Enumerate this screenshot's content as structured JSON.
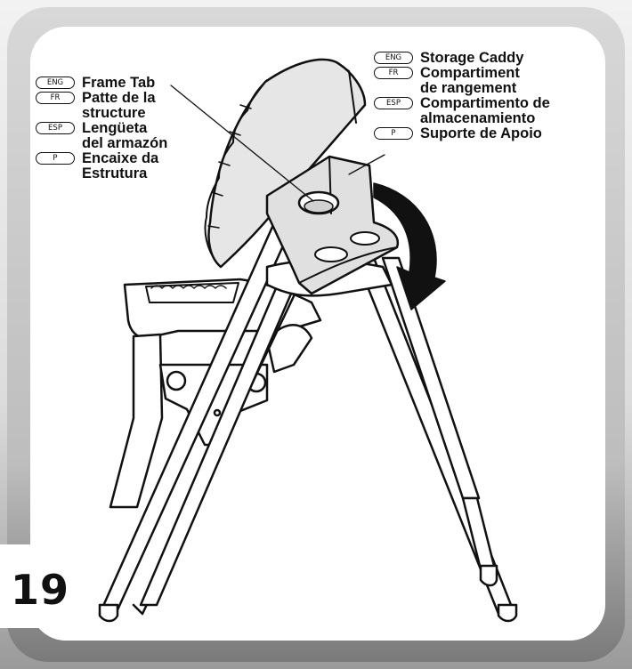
{
  "page_number": "19",
  "callouts": {
    "frame_tab": [
      {
        "lang": "ENG",
        "lines": [
          "Frame Tab"
        ]
      },
      {
        "lang": "FR",
        "lines": [
          "Patte de la",
          "structure"
        ]
      },
      {
        "lang": "ESP",
        "lines": [
          "Lengüeta",
          "del armazón"
        ]
      },
      {
        "lang": "P",
        "lines": [
          "Encaixe da",
          "Estrutura"
        ]
      }
    ],
    "storage_caddy": [
      {
        "lang": "ENG",
        "lines": [
          "Storage Caddy"
        ]
      },
      {
        "lang": "FR",
        "lines": [
          "Compartiment",
          "de rangement"
        ]
      },
      {
        "lang": "ESP",
        "lines": [
          "Compartimento de",
          "almacenamiento"
        ]
      },
      {
        "lang": "P",
        "lines": [
          "Suporte de Apoio"
        ]
      }
    ]
  },
  "colors": {
    "ink": "#111111",
    "seat_fill": "#e6e6e6",
    "caddy_fill": "#e0e0e0",
    "arrow_fill": "#111111"
  },
  "icons": [
    "rotate-arrow-icon"
  ]
}
